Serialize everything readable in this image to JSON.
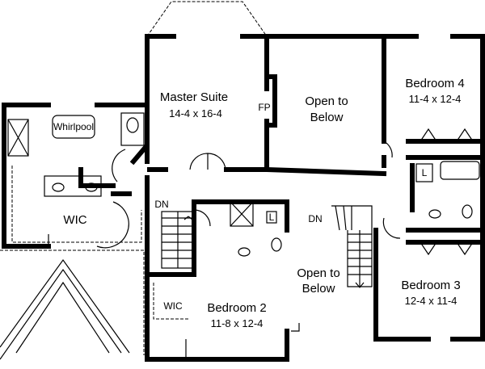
{
  "rooms": {
    "master_suite": {
      "name": "Master Suite",
      "size": "14-4 x 16-4"
    },
    "fireplace": "FP",
    "open_to_below_top": {
      "line1": "Open to",
      "line2": "Below"
    },
    "bedroom4": {
      "name": "Bedroom 4",
      "size": "11-4 x 12-4"
    },
    "whirlpool": "Whirlpool",
    "wic_master": "WIC",
    "dn_left": "DN",
    "dn_right": "DN",
    "linen": "L",
    "linen2": "L",
    "open_to_below_mid": {
      "line1": "Open to",
      "line2": "Below"
    },
    "wic_bed2": "WIC",
    "bedroom2": {
      "name": "Bedroom 2",
      "size": "11-8 x 12-4"
    },
    "bedroom3": {
      "name": "Bedroom 3",
      "size": "12-4 x 11-4"
    }
  }
}
